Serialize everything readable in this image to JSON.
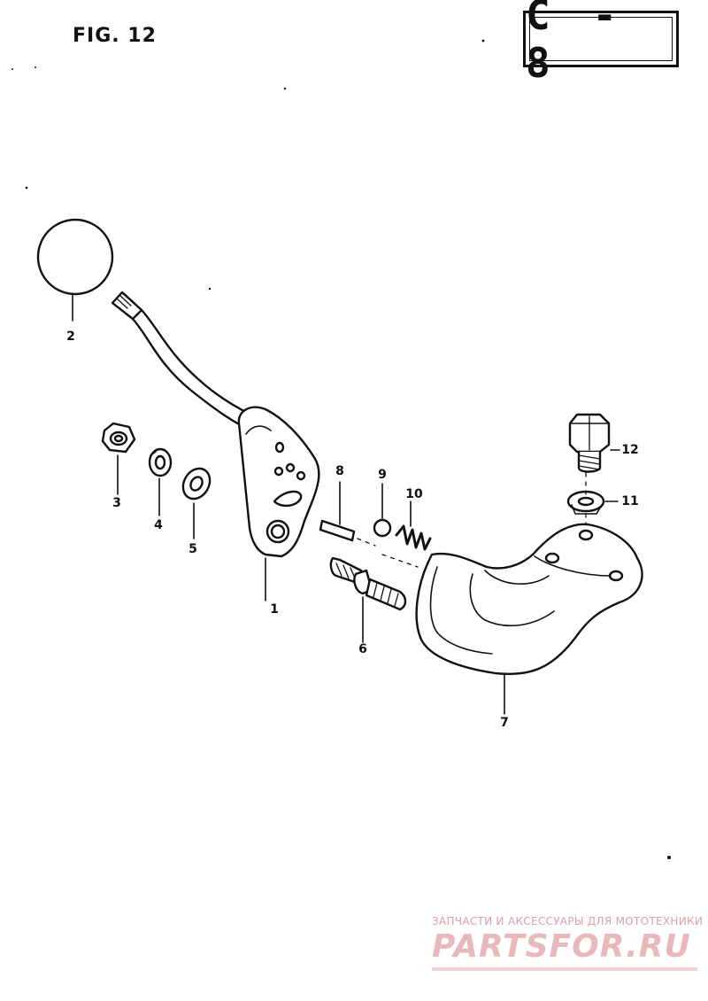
{
  "header": {
    "fig_label": "FIG. 12",
    "code": "C - 8"
  },
  "parts": [
    {
      "key": "p1",
      "number": "1",
      "icon": "shift-plate-icon"
    },
    {
      "key": "p2",
      "number": "2",
      "icon": "shift-lever-icon"
    },
    {
      "key": "p3",
      "number": "3",
      "icon": "nut-icon"
    },
    {
      "key": "p4",
      "number": "4",
      "icon": "lock-washer-icon"
    },
    {
      "key": "p5",
      "number": "5",
      "icon": "washer-icon"
    },
    {
      "key": "p6",
      "number": "6",
      "icon": "stud-bolt-icon"
    },
    {
      "key": "p7",
      "number": "7",
      "icon": "bracket-icon"
    },
    {
      "key": "p8",
      "number": "8",
      "icon": "pin-icon"
    },
    {
      "key": "p9",
      "number": "9",
      "icon": "ball-icon"
    },
    {
      "key": "p10",
      "number": "10",
      "icon": "spring-icon"
    },
    {
      "key": "p11",
      "number": "11",
      "icon": "spring-washer-icon"
    },
    {
      "key": "p12",
      "number": "12",
      "icon": "hex-bolt-icon"
    }
  ],
  "watermark": {
    "subtitle": "ЗАПЧАСТИ И АКСЕССУАРЫ ДЛЯ МОТОТЕХНИКИ",
    "brand": "PARTSFOR.RU"
  }
}
